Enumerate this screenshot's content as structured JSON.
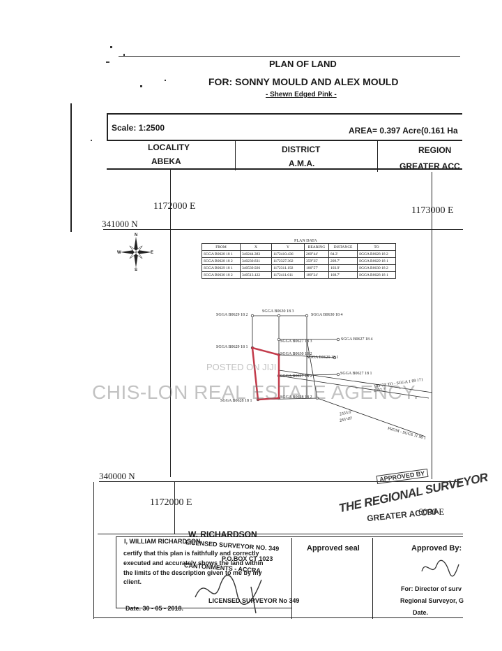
{
  "header": {
    "title": "PLAN OF LAND",
    "for_line": "FOR: SONNY MOULD AND ALEX MOULD",
    "edge_note": "- Shewn Edged Pink -",
    "scale": "Scale:  1:2500",
    "area": "AREA= 0.397 Acre(0.161 Ha"
  },
  "info_table": {
    "locality_label": "LOCALITY",
    "locality_value": "ABEKA",
    "district_label": "DISTRICT",
    "district_value": "A.M.A.",
    "region_label": "REGION",
    "region_value": "GREATER ACC"
  },
  "grid": {
    "top_left_e": "1172000 E",
    "top_right_e": "1173000 E",
    "top_n": "341000 N",
    "bottom_n": "340000 N",
    "bottom_left_e": "1172000 E",
    "bottom_right_e": "6000 E"
  },
  "compass": {
    "n": "N",
    "s": "S",
    "e": "E",
    "w": "W"
  },
  "plan_data": {
    "title": "PLAN DATA",
    "headers": [
      "FROM",
      "X",
      "Y",
      "BEARING",
      "DISTANCE",
      "TO"
    ],
    "rows": [
      [
        "SGGA B0628 18 1",
        "340244.383",
        "1172410.436",
        "260°44'",
        "84.3'",
        "SGGA B0628 18 2"
      ],
      [
        "SGGA B0628 18 2",
        "340230.831",
        "1172327.362",
        "359°35'",
        "209.7'",
        "SGGA B0629 18 1"
      ],
      [
        "SGGA B0629 18 1",
        "340539.926",
        "1172311.192",
        "106°57'",
        "103.9'",
        "SGGA B0630 18 2"
      ],
      [
        "SGGA B0630 18 2",
        "340513.122",
        "1172411.611",
        "180°24'",
        "168.7'",
        "SGGA B0628 18 1"
      ]
    ]
  },
  "points": {
    "p1": "SGGA B0630 18 3",
    "p2": "SGGA B0629 18 2",
    "p3": "SGGA B0630 18 4",
    "p4": "SGGA B0627 18 3",
    "p5": "SGGA B0627 18 4",
    "p6": "SGGA B0629 18 1",
    "p7": "SGGA B0630 18 2",
    "p8": "SGGA B0629 18 1",
    "p9": "SGGA B0627 18 1",
    "p10": "SGGA B0627 18 2",
    "p11": "SGGA B0628 18 2",
    "p12": "SGGA B0628 18 1",
    "road1": "103°59'  TO - SGGA 1 89 171",
    "road1b": "2332.7'",
    "road2": "2333.6'",
    "road2b": "283°49'",
    "road3": "FROM - SGGS 11 90 1"
  },
  "watermark": {
    "posted": "POSTED ON JIJI",
    "agency": "CHIS-LON REAL ESTATE AGENCY."
  },
  "stamp": {
    "approved": "APPROVED BY",
    "regional": "THE REGIONAL SURVEYOR",
    "greater": "GREATER ACCRA"
  },
  "certificate": {
    "name": "W. RICHARDSON",
    "l1": "I,  WILLIAM  RICHARDSON",
    "l1b": "LICENSED SURVEYOR NO. 349",
    "l2": "certify that this plan is faithfully and correctly",
    "l2b": "P.O.BOX CT 1023",
    "l3": "executed and accurately shows the land within",
    "l3b": "CANTONMENTS - ACCRA",
    "l4": "the limits of the description given to me by my",
    "l5": "client.",
    "date": "Date. 30 - 05 - 2018.",
    "licensed": "LICENSED SURVEYOR  No 349"
  },
  "approval": {
    "seal": "Approved seal",
    "by": "Approved By:",
    "director": "For: Director of surv",
    "regional": "Regional Surveyor, G",
    "date": "Date."
  }
}
